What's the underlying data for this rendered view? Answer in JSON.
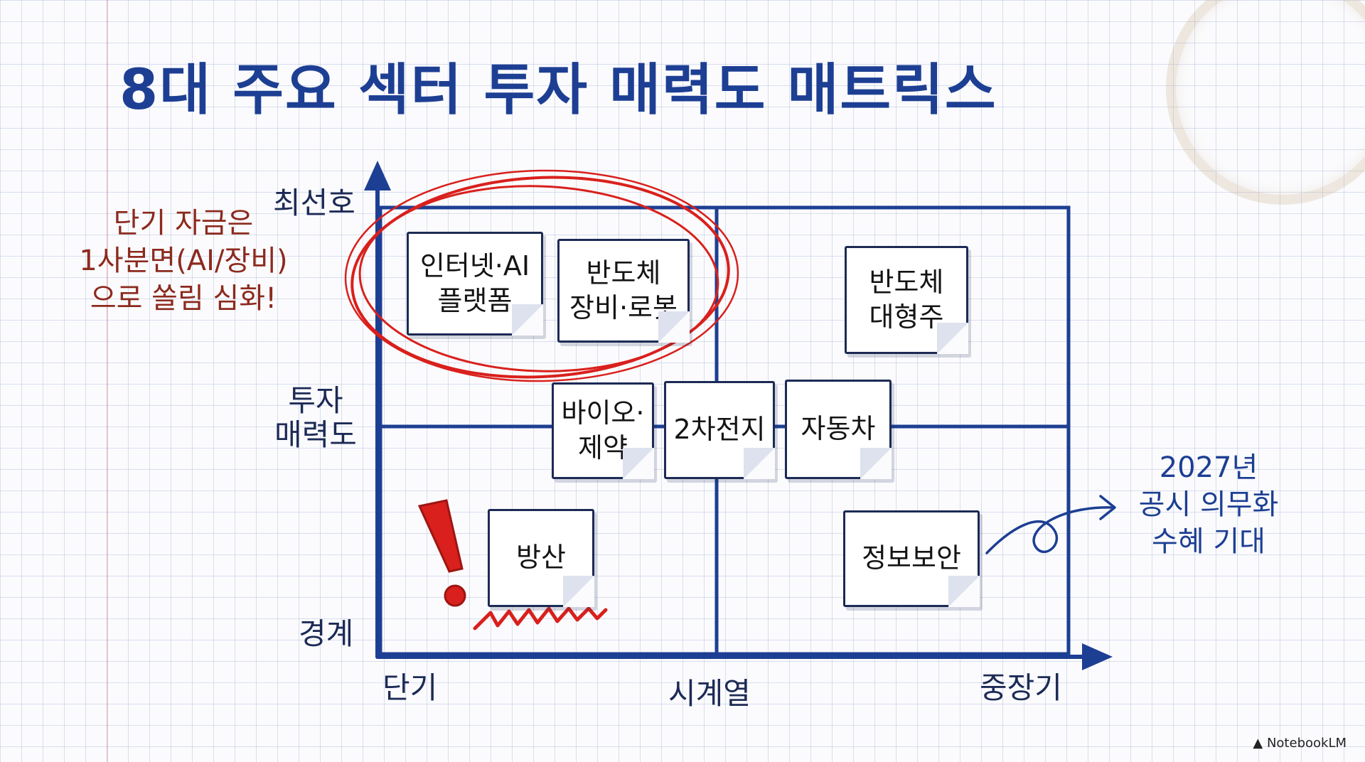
{
  "title": "8대 주요 섹터 투자 매력도 매트릭스",
  "y_axis": {
    "label_line1": "투자",
    "label_line2": "매력도",
    "top": "최선호",
    "bottom": "경계"
  },
  "x_axis": {
    "label": "시계열",
    "left": "단기",
    "right": "중장기"
  },
  "sectors": {
    "internet_ai": "인터넷·AI\n플랫폼",
    "semi_equipment": "반도체\n장비·로봇",
    "semi_large": "반도체\n대형주",
    "bio": "바이오·\n제약",
    "battery": "2차전지",
    "auto": "자동차",
    "defense": "방산",
    "security": "정보보안"
  },
  "note": {
    "line1": "단기 자금은",
    "line2": "1사분면(AI/장비)",
    "line3": "으로 쏠림 심화!"
  },
  "benefit": {
    "line1": "2027년",
    "line2": "공시 의무화",
    "line3": "수혜 기대"
  },
  "brand": "NotebookLM",
  "colors": {
    "title": "#1d3f93",
    "axis": "#1d3f93",
    "highlight": "#d9201c",
    "note": "#8c2a1e"
  }
}
